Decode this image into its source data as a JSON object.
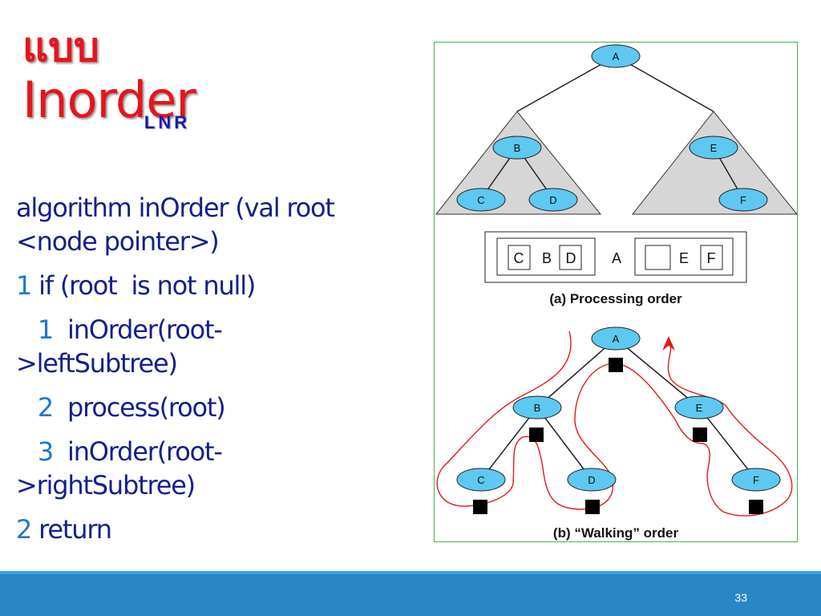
{
  "title": {
    "line1": "แบบ",
    "line2": "Inorder",
    "subscript": "LNR"
  },
  "algorithm": {
    "lines": [
      {
        "num": "",
        "text": "algorithm inOrder (val root"
      },
      {
        "num": "",
        "text": "<node pointer>)"
      },
      {
        "num": "1",
        "text": " if (root  is not null)"
      },
      {
        "num": "   1",
        "text": "  inOrder(root-"
      },
      {
        "num": "",
        "text": ">leftSubtree)"
      },
      {
        "num": "   2",
        "text": "  process(root)"
      },
      {
        "num": "   3",
        "text": "  inOrder(root-"
      },
      {
        "num": "",
        "text": ">rightSubtree)"
      },
      {
        "num": "2",
        "text": " return"
      }
    ]
  },
  "figure": {
    "nodes": [
      "A",
      "B",
      "C",
      "D",
      "E",
      "F"
    ],
    "processing_boxes": {
      "left": [
        "C",
        "B",
        "D"
      ],
      "middle": "A",
      "right": [
        "",
        "E",
        "F"
      ]
    },
    "caption_a": "(a) Processing order",
    "caption_b": "(b) “Walking” order",
    "colors": {
      "node_fill": "#5ec8f0",
      "subtree_fill": "#d6d6d6",
      "walk_path": "#e21a1a",
      "marker": "#000000"
    }
  },
  "footer": {
    "page_number": "33"
  }
}
